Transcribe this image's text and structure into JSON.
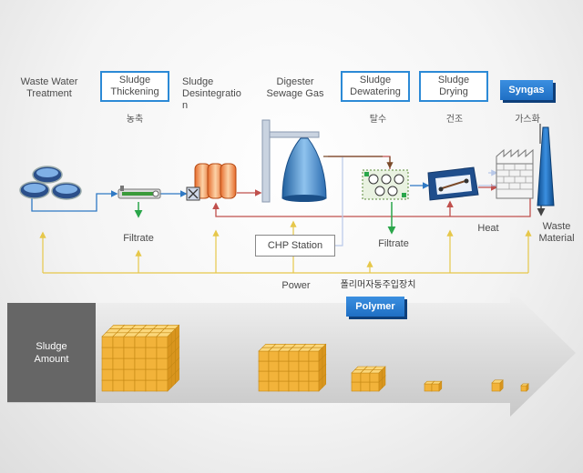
{
  "stages": {
    "waste_water": "Waste Water\nTreatment",
    "thickening": "Sludge\nThickening",
    "thickening_kr": "농축",
    "disintegration": "Sludge\nDesintegratio\nn",
    "digester": "Digester\nSewage Gas",
    "dewatering": "Sludge\nDewatering",
    "dewatering_kr": "탈수",
    "drying": "Sludge\nDrying",
    "drying_kr": "건조",
    "syngas": "Syngas",
    "syngas_kr": "가스화"
  },
  "flow_labels": {
    "filtrate_1": "Filtrate",
    "filtrate_2": "Filtrate",
    "chp_station": "CHP Station",
    "heat": "Heat",
    "waste_material": "Waste\nMaterial",
    "power": "Power",
    "polymer_kr": "폴리머자동주입장치",
    "polymer": "Polymer"
  },
  "amount": {
    "label": "Sludge\nAmount"
  },
  "colors": {
    "accent_blue": "#2c8ad6",
    "pipe_red": "#c0504d",
    "pipe_blue": "#2f79c4",
    "power_yellow": "#e6c74a",
    "filtrate_green": "#2aa64a",
    "block_gold": "#f0b429"
  }
}
